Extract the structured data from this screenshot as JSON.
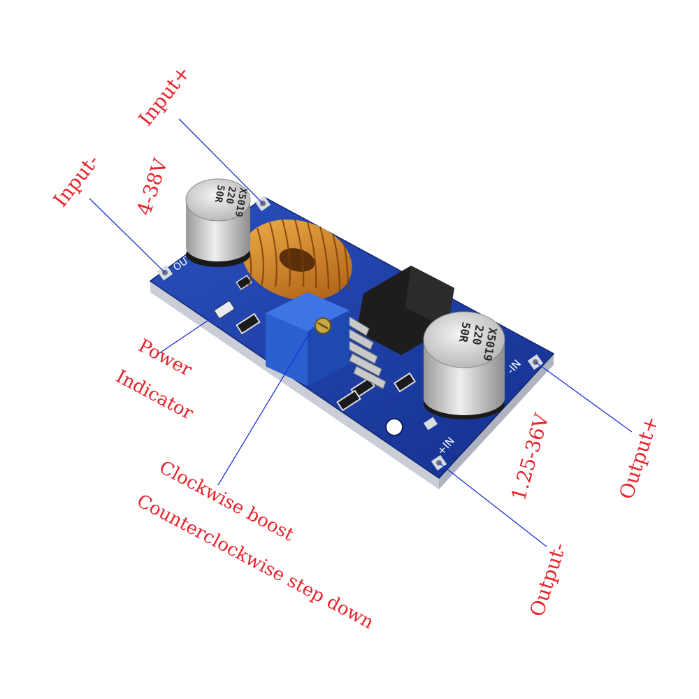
{
  "labels": {
    "input_plus": "Input+",
    "input_minus": "Input-",
    "input_range": "4-38V",
    "power_indicator_line1": "Power",
    "power_indicator_line2": "Indicator",
    "clockwise": "Clockwise boost",
    "counterclockwise": "Counterclockwise step down",
    "output_range": "1.25-36V",
    "output_plus": "Output+",
    "output_minus": "Output-"
  },
  "board_silkscreen": {
    "out_plus": "OUT+",
    "in_minus": "-IN",
    "in_plus": "+IN"
  },
  "capacitor_markings": {
    "cap_left": [
      "X5019",
      "220",
      "50R"
    ],
    "cap_right": [
      "X5019",
      "220",
      "50R"
    ]
  },
  "colors": {
    "label_text": "#e8232b",
    "leader_line": "#1a2fd6",
    "pcb": "#1f3fa8",
    "coil": "#d4862a",
    "potentiometer": "#2b5fd0"
  }
}
